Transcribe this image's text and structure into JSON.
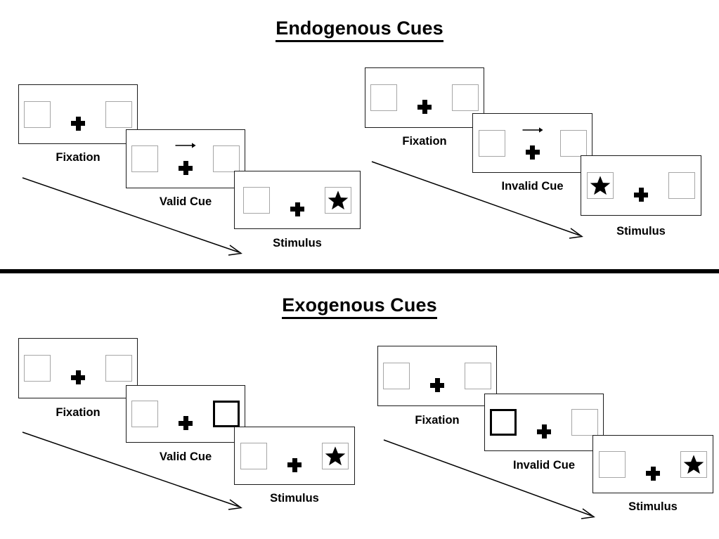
{
  "figure": {
    "sections": [
      {
        "id": "endogenous",
        "title": "Endogenous Cues",
        "cue_type": "arrow",
        "sequences": [
          {
            "id": "endogenous-valid",
            "panels": [
              {
                "id": "fixation",
                "caption": "Fixation",
                "left_box": "empty",
                "right_box": "empty",
                "arrow_cue": "none"
              },
              {
                "id": "valid-cue",
                "caption": "Valid Cue",
                "left_box": "empty",
                "right_box": "empty",
                "arrow_cue": "right"
              },
              {
                "id": "stimulus",
                "caption": "Stimulus",
                "left_box": "empty",
                "right_box": "star",
                "arrow_cue": "none"
              }
            ]
          },
          {
            "id": "endogenous-invalid",
            "panels": [
              {
                "id": "fixation",
                "caption": "Fixation",
                "left_box": "empty",
                "right_box": "empty",
                "arrow_cue": "none"
              },
              {
                "id": "invalid-cue",
                "caption": "Invalid Cue",
                "left_box": "empty",
                "right_box": "empty",
                "arrow_cue": "right"
              },
              {
                "id": "stimulus",
                "caption": "Stimulus",
                "left_box": "star",
                "right_box": "empty",
                "arrow_cue": "none"
              }
            ]
          }
        ]
      },
      {
        "id": "exogenous",
        "title": "Exogenous Cues",
        "cue_type": "box-highlight",
        "sequences": [
          {
            "id": "exogenous-valid",
            "panels": [
              {
                "id": "fixation",
                "caption": "Fixation",
                "left_box": "empty",
                "right_box": "empty",
                "arrow_cue": "none"
              },
              {
                "id": "valid-cue",
                "caption": "Valid Cue",
                "left_box": "empty",
                "right_box": "cued",
                "arrow_cue": "none"
              },
              {
                "id": "stimulus",
                "caption": "Stimulus",
                "left_box": "empty",
                "right_box": "star",
                "arrow_cue": "none"
              }
            ]
          },
          {
            "id": "exogenous-invalid",
            "panels": [
              {
                "id": "fixation",
                "caption": "Fixation",
                "left_box": "empty",
                "right_box": "empty",
                "arrow_cue": "none"
              },
              {
                "id": "invalid-cue",
                "caption": "Invalid Cue",
                "left_box": "cued",
                "right_box": "empty",
                "arrow_cue": "none"
              },
              {
                "id": "stimulus",
                "caption": "Stimulus",
                "left_box": "empty",
                "right_box": "star",
                "arrow_cue": "none"
              }
            ]
          }
        ]
      }
    ],
    "icons": {
      "star": "star-icon",
      "fixation_cross": "plus-icon",
      "cue_arrow": "arrow-right-icon",
      "time_flow": "diagonal-arrow-icon"
    },
    "colors": {
      "background": "#ffffff",
      "ink": "#000000",
      "panel_border": "#1a1a1a",
      "box_border": "#a6a6a6",
      "cued_box_border": "#000000",
      "divider": "#000000"
    }
  }
}
